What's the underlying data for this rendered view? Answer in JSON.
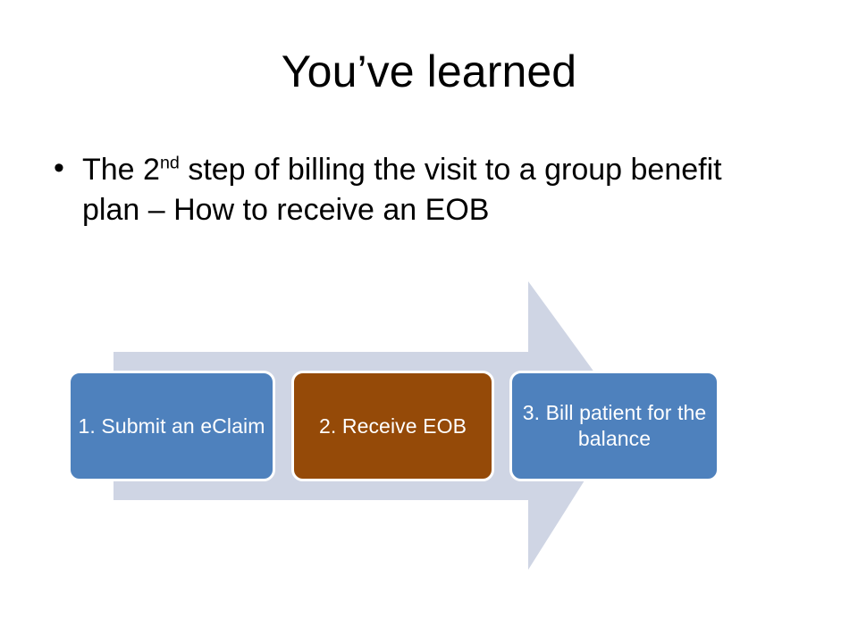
{
  "slide": {
    "title": "You’ve learned",
    "background_color": "#FFFFFF"
  },
  "body": {
    "bullet_marker": "•",
    "bullets": [
      {
        "text_before_sup": "The 2",
        "superscript": "nd",
        "text_after_sup": " step of billing the visit to a group benefit plan – How to receive an EOB",
        "full_text": "The 2nd step of billing the visit to a group benefit plan – How to receive an EOB"
      }
    ]
  },
  "diagram": {
    "type": "process-arrow",
    "arrow_color": "#CFD5E4",
    "box_outline_color": "#FFFFFF",
    "steps": [
      {
        "number": "1.",
        "label": "1. Submit an eClaim",
        "color": "#4E81BD",
        "state": "normal"
      },
      {
        "number": "2.",
        "label": "2. Receive EOB",
        "color": "#954A08",
        "state": "highlighted"
      },
      {
        "number": "3.",
        "label": "3. Bill patient for the balance",
        "color": "#4E81BD",
        "state": "normal"
      }
    ]
  }
}
